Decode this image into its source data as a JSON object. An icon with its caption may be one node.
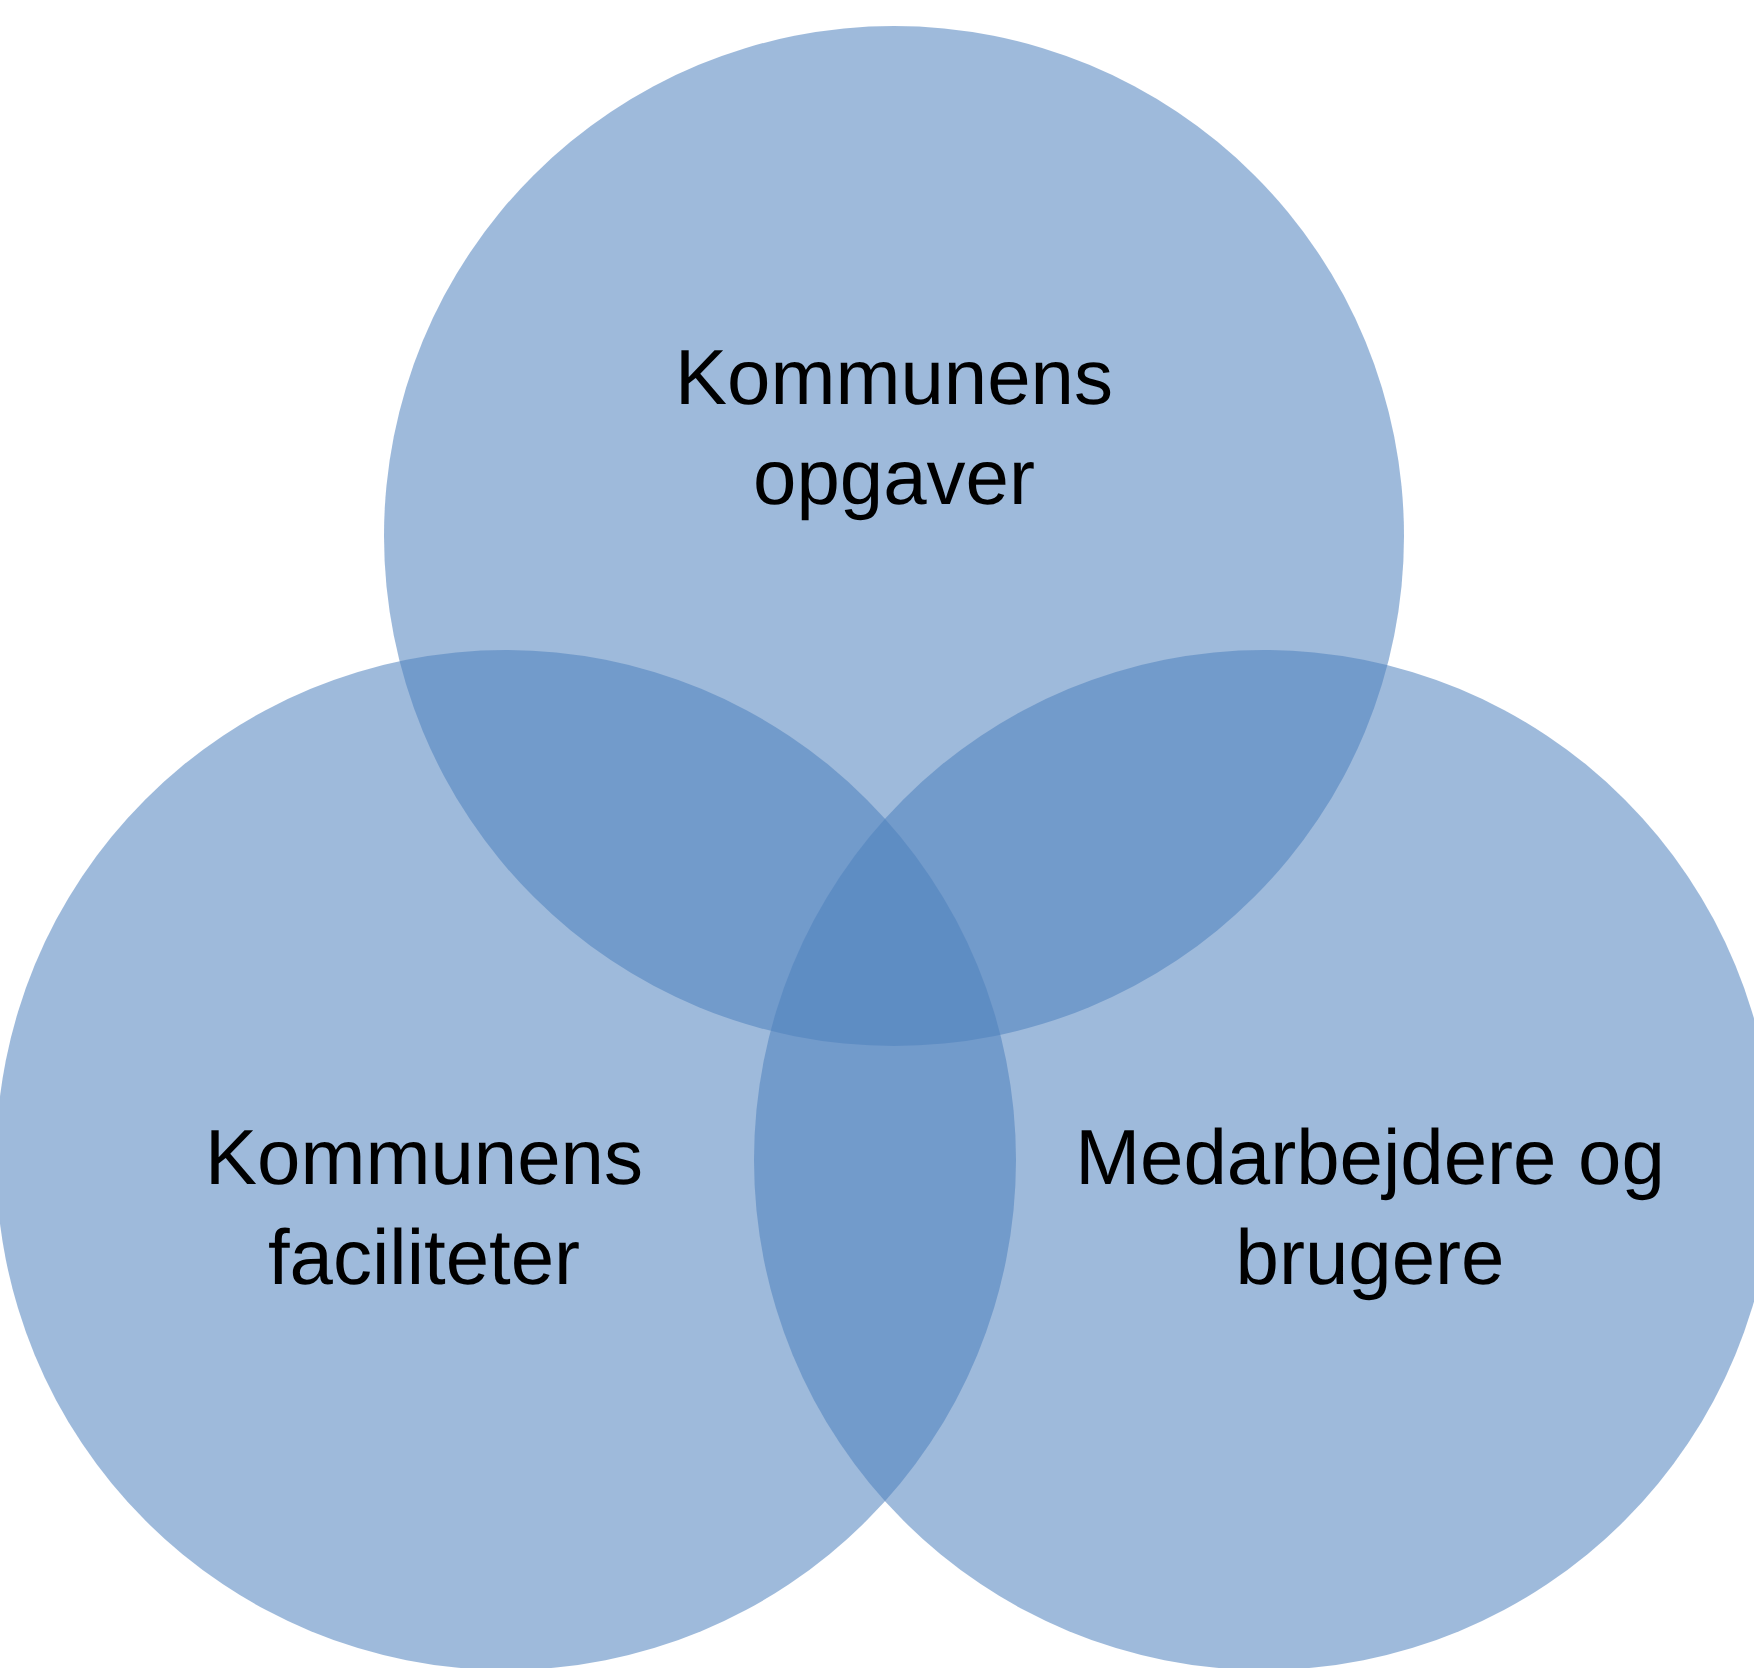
{
  "diagram": {
    "nodes": [
      {
        "text": [
          "Kommunens opgaver"
        ]
      },
      {
        "text": [
          "Kommunens faciliteter"
        ]
      },
      {
        "text": [
          "Medarbejdere og brugere"
        ]
      }
    ]
  }
}
